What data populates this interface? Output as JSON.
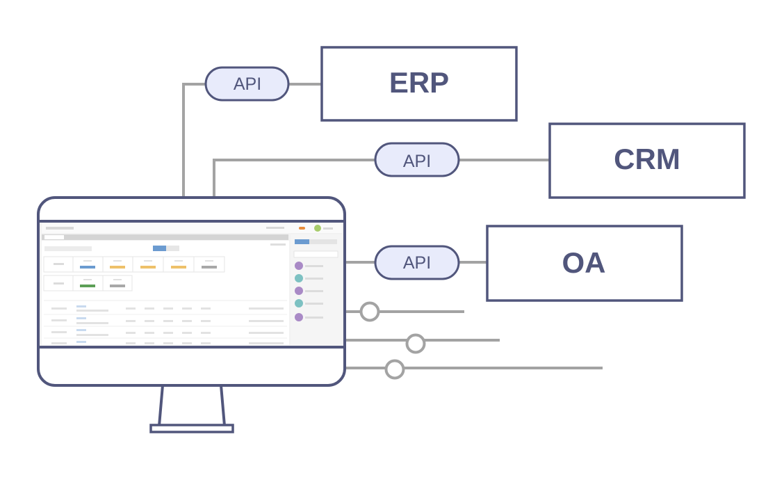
{
  "systems": [
    {
      "id": "erp",
      "name": "ERP",
      "connector": "API"
    },
    {
      "id": "crm",
      "name": "CRM",
      "connector": "API"
    },
    {
      "id": "oa",
      "name": "OA",
      "connector": "API"
    }
  ],
  "colors": {
    "outline": "#51567c",
    "connector_line": "#a3a3a3",
    "pill_fill": "#e8ebfb",
    "screen_bg": "#f2f2f2",
    "accent_blue": "#6b9bd0",
    "accent_yellow": "#eec16a",
    "accent_green": "#5c9f57",
    "accent_purple": "#a98ac6",
    "accent_teal": "#7dc1c2",
    "accent_orange": "#e98d3c",
    "accent_lime": "#a8cc6c"
  },
  "icons": [
    "monitor-icon",
    "slider-icon"
  ]
}
